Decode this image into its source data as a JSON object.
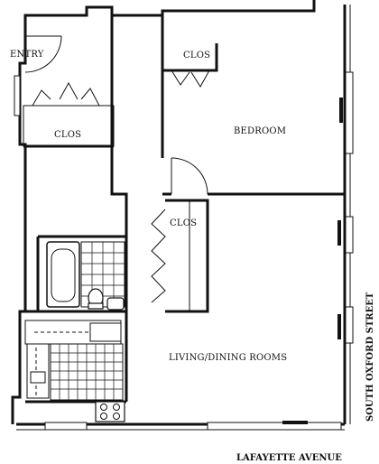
{
  "rooms": {
    "entry": "ENTRY",
    "entry_closet": "CLOS",
    "bedroom_closet": "CLOS",
    "bedroom": "BEDROOM",
    "living_closet": "CLOS",
    "living_dining": "LIVING/DINING ROOMS"
  },
  "streets": {
    "south": "LAFAYETTE AVENUE",
    "east": "SOUTH OXFORD STREET"
  },
  "icons": [
    "door-swing-icon",
    "bifold-door-icon",
    "window-icon",
    "bathtub-icon",
    "toilet-icon",
    "sink-icon",
    "stove-icon",
    "radiator-icon"
  ]
}
